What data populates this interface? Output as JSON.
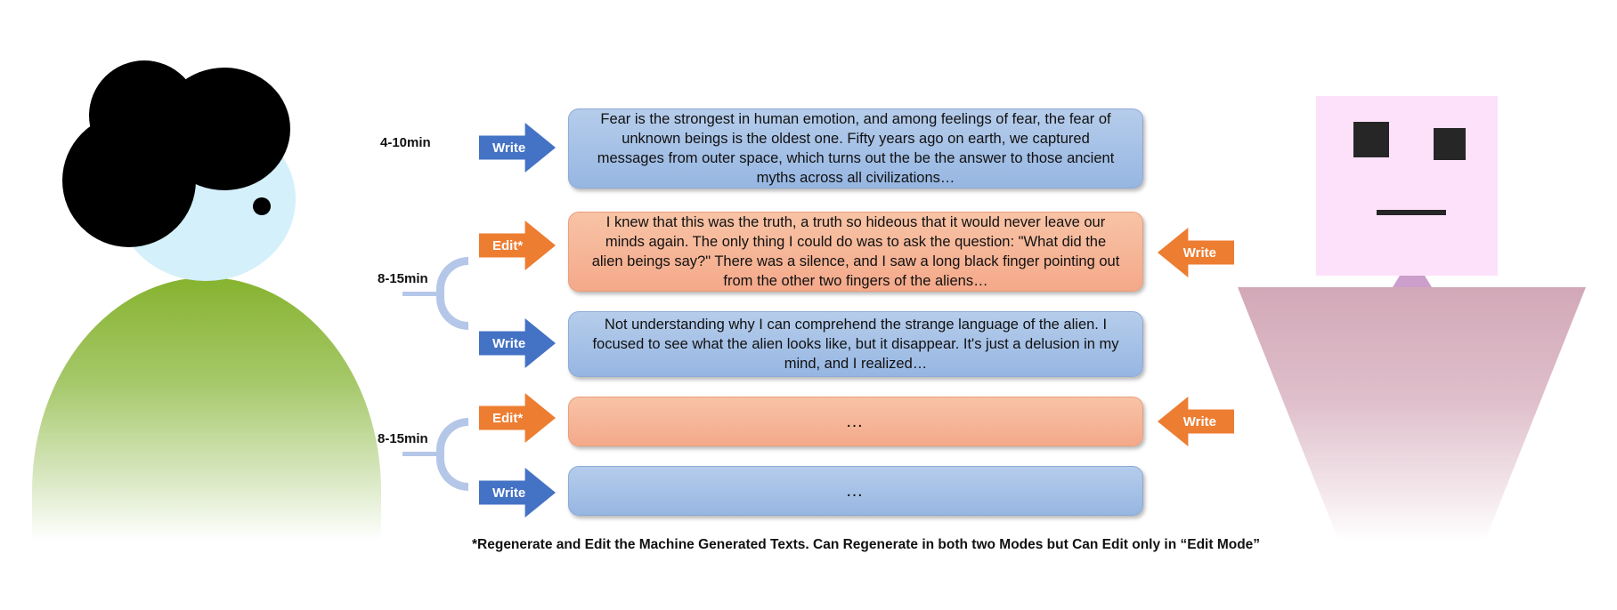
{
  "time_labels": [
    "4-10min",
    "8-15min",
    "8-15min"
  ],
  "arrows": {
    "write": "Write",
    "edit": "Edit*"
  },
  "boxes": [
    {
      "mode": "write",
      "text": "Fear is the strongest in human emotion, and among feelings of fear, the fear of unknown beings is the oldest one. Fifty years ago on earth, we captured messages from outer space, which turns out the be the answer to those ancient myths across all civilizations…"
    },
    {
      "mode": "edit",
      "text": "I knew that this was the truth, a truth so hideous that it would never leave our minds again. The only thing I could do was to ask the question: \"What did the alien beings say?\" There was a silence, and I saw a long black finger pointing out from the other two fingers of the aliens…"
    },
    {
      "mode": "write",
      "text": "Not understanding why I can comprehend the strange language of the alien. I focused to see what the alien looks like, but it disappear. It's just a delusion in my mind, and I realized…"
    },
    {
      "mode": "edit",
      "text": "…"
    },
    {
      "mode": "write",
      "text": "…"
    }
  ],
  "footnote": "*Regenerate and Edit the Machine Generated Texts. Can Regenerate in both two Modes but Can Edit only in “Edit Mode”",
  "colors": {
    "write_blue": "#4472c4",
    "edit_orange": "#ed7d31",
    "box_blue": "#9dbbe4",
    "box_orange": "#f6b093",
    "human_body_green": "#86b32f",
    "human_face": "#d4f0fb",
    "robot_head": "#fde1fb",
    "robot_body": "#d2a8b7"
  },
  "icons": [
    "human-figure",
    "robot-figure"
  ]
}
